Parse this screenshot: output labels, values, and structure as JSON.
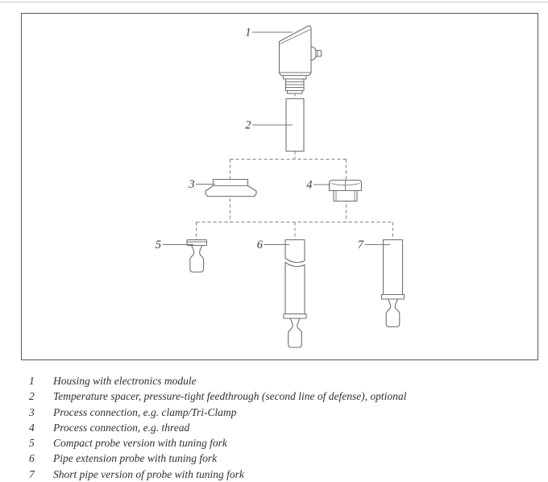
{
  "figure": {
    "items": [
      {
        "num": "1",
        "label": "Housing with electronics module"
      },
      {
        "num": "2",
        "label": "Temperature spacer, pressure-tight feedthrough (second line of defense), optional"
      },
      {
        "num": "3",
        "label": "Process connection, e.g. clamp/Tri-Clamp"
      },
      {
        "num": "4",
        "label": "Process connection, e.g. thread"
      },
      {
        "num": "5",
        "label": "Compact probe version with tuning fork"
      },
      {
        "num": "6",
        "label": "Pipe extension probe with tuning fork"
      },
      {
        "num": "7",
        "label": "Short pipe version of probe with tuning fork"
      }
    ],
    "colors": {
      "part_outline": "#6e6f72",
      "dashed_connector": "#808184",
      "callout_text": "#3a3a3c",
      "frame_border": "#58595b"
    }
  }
}
